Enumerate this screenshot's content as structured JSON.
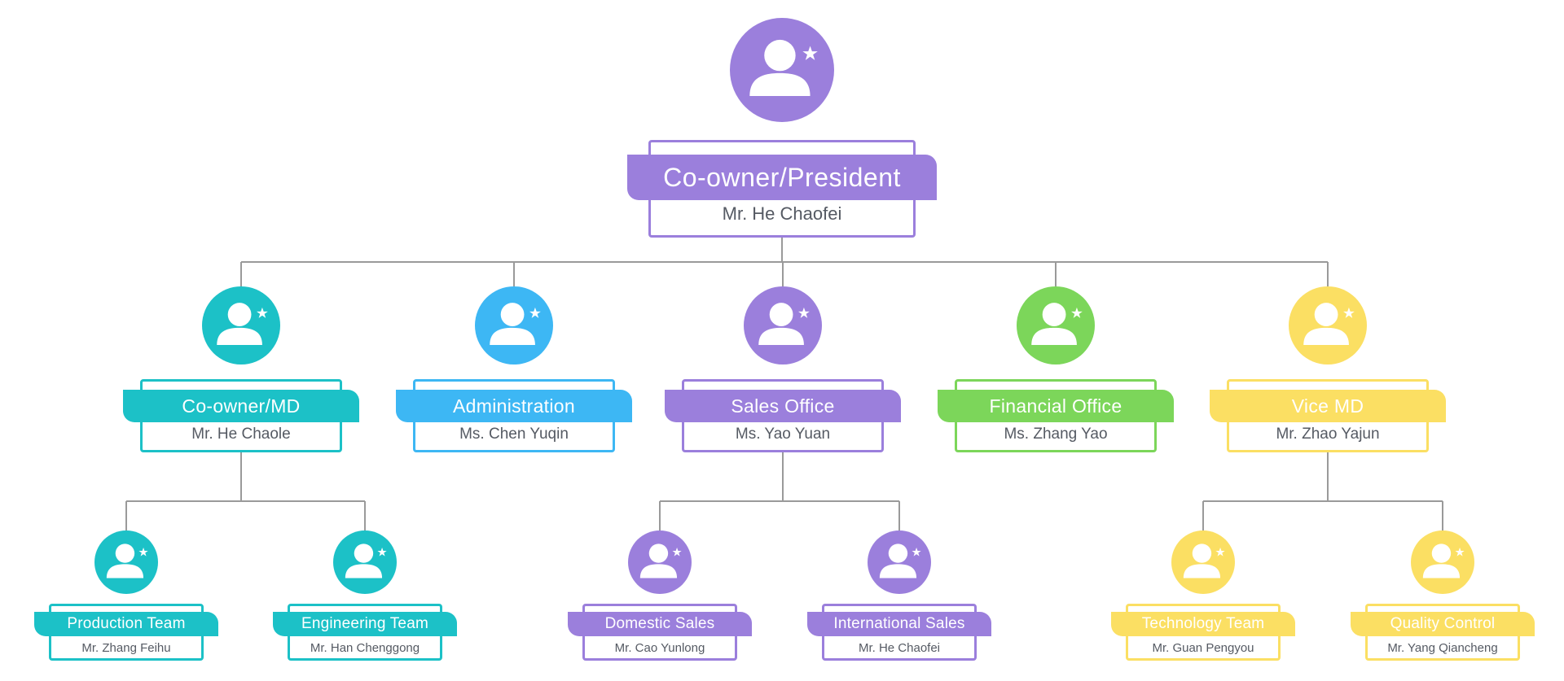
{
  "colors": {
    "purple": "#9b7fdc",
    "teal": "#1cc1c7",
    "blue": "#3db7f4",
    "green": "#7cd65a",
    "yellow": "#fbdf63",
    "line": "#9a9a9a"
  },
  "president": {
    "title": "Co-owner/President",
    "name": "Mr. He Chaofei",
    "color": "purple",
    "icon": "user-star-icon"
  },
  "departments": [
    {
      "title": "Co-owner/MD",
      "name": "Mr. He Chaole",
      "color": "teal",
      "icon": "user-star-icon",
      "teams": [
        {
          "title": "Production Team",
          "name": "Mr. Zhang Feihu",
          "color": "teal",
          "icon": "user-star-icon"
        },
        {
          "title": "Engineering Team",
          "name": "Mr. Han Chenggong",
          "color": "teal",
          "icon": "user-star-icon"
        }
      ]
    },
    {
      "title": "Administration",
      "name": "Ms. Chen Yuqin",
      "color": "blue",
      "icon": "user-star-icon",
      "teams": []
    },
    {
      "title": "Sales Office",
      "name": "Ms. Yao Yuan",
      "color": "purple",
      "icon": "user-star-icon",
      "teams": [
        {
          "title": "Domestic Sales",
          "name": "Mr. Cao Yunlong",
          "color": "purple",
          "icon": "user-star-icon"
        },
        {
          "title": "International Sales",
          "name": "Mr. He Chaofei",
          "color": "purple",
          "icon": "user-star-icon"
        }
      ]
    },
    {
      "title": "Financial Office",
      "name": "Ms. Zhang Yao",
      "color": "green",
      "icon": "user-star-icon",
      "teams": []
    },
    {
      "title": "Vice MD",
      "name": "Mr. Zhao Yajun",
      "color": "yellow",
      "icon": "user-star-icon",
      "teams": [
        {
          "title": "Technology Team",
          "name": "Mr. Guan Pengyou",
          "color": "yellow",
          "icon": "user-star-icon"
        },
        {
          "title": "Quality Control",
          "name": "Mr. Yang Qiancheng",
          "color": "yellow",
          "icon": "user-star-icon"
        }
      ]
    }
  ]
}
